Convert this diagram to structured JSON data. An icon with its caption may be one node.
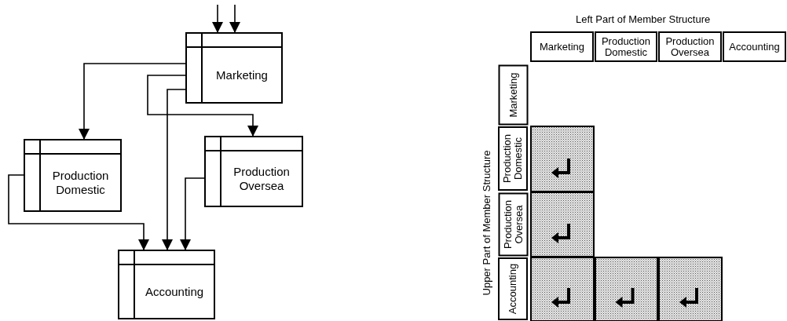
{
  "diagram": {
    "nodes": [
      {
        "text": [
          "Marketing"
        ]
      },
      {
        "text": [
          "Production Domestic"
        ]
      },
      {
        "text": [
          "Production Oversea"
        ]
      },
      {
        "text": [
          "Accounting"
        ]
      }
    ],
    "edges": [
      {
        "from": null,
        "to": 0,
        "arrow": "to"
      },
      {
        "from": null,
        "to": 0,
        "arrow": "to"
      },
      {
        "from": 0,
        "to": 1,
        "arrow": "to"
      },
      {
        "from": 0,
        "to": 2,
        "arrow": "to"
      },
      {
        "from": 0,
        "to": 3,
        "arrow": "to"
      },
      {
        "from": 1,
        "to": 3,
        "arrow": "to"
      },
      {
        "from": 2,
        "to": 3,
        "arrow": "to"
      }
    ],
    "labels": [
      "Left Part of Member Structure",
      "Marketing",
      "Production Domestic",
      "Production Oversea",
      "Accounting",
      "Upper Part of Member Structure",
      "Marketing",
      "Production Domestic",
      "Production Oversea",
      "Accounting"
    ]
  }
}
